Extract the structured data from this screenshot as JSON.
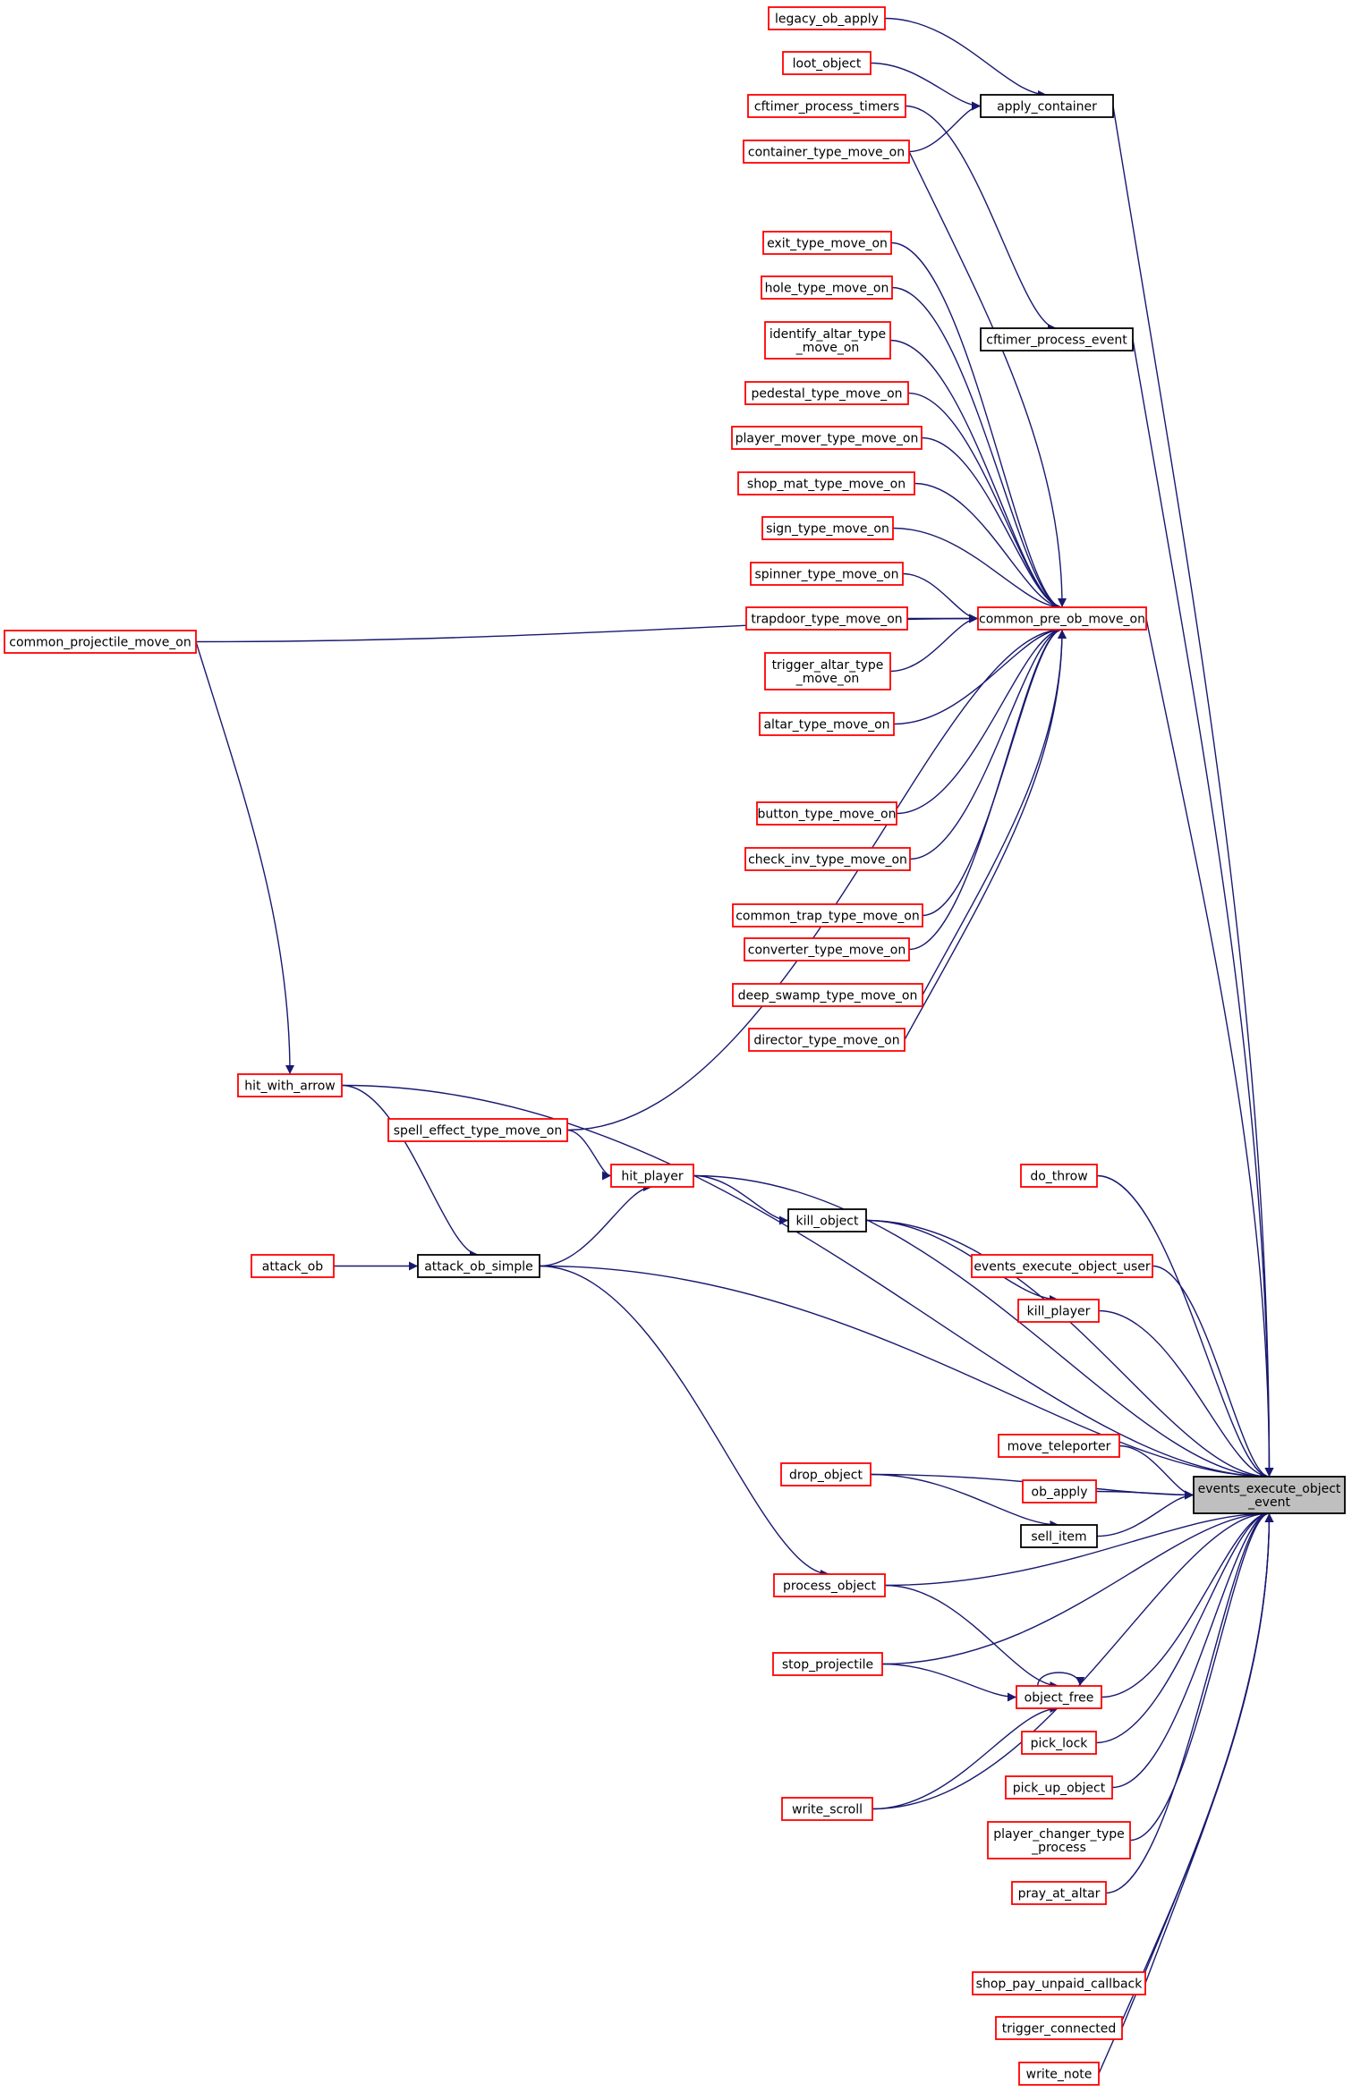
{
  "graph": {
    "colors": {
      "edge": "#191970",
      "red_border": "#ff0000",
      "black_border": "#000000",
      "root_fill": "#bfbfbf"
    },
    "nodes": [
      {
        "id": "legacy_ob_apply",
        "lines": [
          "legacy_ob_apply"
        ],
        "style": "red"
      },
      {
        "id": "loot_object",
        "lines": [
          "loot_object"
        ],
        "style": "red"
      },
      {
        "id": "cftimer_process_timers",
        "lines": [
          "cftimer_process_timers"
        ],
        "style": "red"
      },
      {
        "id": "container_type_move_on",
        "lines": [
          "container_type_move_on"
        ],
        "style": "red"
      },
      {
        "id": "apply_container",
        "lines": [
          "apply_container"
        ],
        "style": "black"
      },
      {
        "id": "exit_type_move_on",
        "lines": [
          "exit_type_move_on"
        ],
        "style": "red"
      },
      {
        "id": "hole_type_move_on",
        "lines": [
          "hole_type_move_on"
        ],
        "style": "red"
      },
      {
        "id": "identify_altar_type_move_on",
        "lines": [
          "identify_altar_type",
          "_move_on"
        ],
        "style": "red"
      },
      {
        "id": "cftimer_process_event",
        "lines": [
          "cftimer_process_event"
        ],
        "style": "black"
      },
      {
        "id": "pedestal_type_move_on",
        "lines": [
          "pedestal_type_move_on"
        ],
        "style": "red"
      },
      {
        "id": "player_mover_type_move_on",
        "lines": [
          "player_mover_type_move_on"
        ],
        "style": "red"
      },
      {
        "id": "shop_mat_type_move_on",
        "lines": [
          "shop_mat_type_move_on"
        ],
        "style": "red"
      },
      {
        "id": "sign_type_move_on",
        "lines": [
          "sign_type_move_on"
        ],
        "style": "red"
      },
      {
        "id": "spinner_type_move_on",
        "lines": [
          "spinner_type_move_on"
        ],
        "style": "red"
      },
      {
        "id": "trapdoor_type_move_on",
        "lines": [
          "trapdoor_type_move_on"
        ],
        "style": "red"
      },
      {
        "id": "common_pre_ob_move_on",
        "lines": [
          "common_pre_ob_move_on"
        ],
        "style": "red"
      },
      {
        "id": "common_projectile_move_on",
        "lines": [
          "common_projectile_move_on"
        ],
        "style": "red"
      },
      {
        "id": "trigger_altar_type_move_on",
        "lines": [
          "trigger_altar_type",
          "_move_on"
        ],
        "style": "red"
      },
      {
        "id": "altar_type_move_on",
        "lines": [
          "altar_type_move_on"
        ],
        "style": "red"
      },
      {
        "id": "button_type_move_on",
        "lines": [
          "button_type_move_on"
        ],
        "style": "red"
      },
      {
        "id": "check_inv_type_move_on",
        "lines": [
          "check_inv_type_move_on"
        ],
        "style": "red"
      },
      {
        "id": "common_trap_type_move_on",
        "lines": [
          "common_trap_type_move_on"
        ],
        "style": "red"
      },
      {
        "id": "converter_type_move_on",
        "lines": [
          "converter_type_move_on"
        ],
        "style": "red"
      },
      {
        "id": "deep_swamp_type_move_on",
        "lines": [
          "deep_swamp_type_move_on"
        ],
        "style": "red"
      },
      {
        "id": "director_type_move_on",
        "lines": [
          "director_type_move_on"
        ],
        "style": "red"
      },
      {
        "id": "hit_with_arrow",
        "lines": [
          "hit_with_arrow"
        ],
        "style": "red"
      },
      {
        "id": "spell_effect_type_move_on",
        "lines": [
          "spell_effect_type_move_on"
        ],
        "style": "red"
      },
      {
        "id": "hit_player",
        "lines": [
          "hit_player"
        ],
        "style": "red"
      },
      {
        "id": "do_throw",
        "lines": [
          "do_throw"
        ],
        "style": "red"
      },
      {
        "id": "kill_object",
        "lines": [
          "kill_object"
        ],
        "style": "black"
      },
      {
        "id": "attack_ob",
        "lines": [
          "attack_ob"
        ],
        "style": "red"
      },
      {
        "id": "attack_ob_simple",
        "lines": [
          "attack_ob_simple"
        ],
        "style": "black"
      },
      {
        "id": "events_execute_object_user",
        "lines": [
          "events_execute_object_user"
        ],
        "style": "red"
      },
      {
        "id": "kill_player",
        "lines": [
          "kill_player"
        ],
        "style": "red"
      },
      {
        "id": "move_teleporter",
        "lines": [
          "move_teleporter"
        ],
        "style": "red"
      },
      {
        "id": "drop_object",
        "lines": [
          "drop_object"
        ],
        "style": "red"
      },
      {
        "id": "events_execute_object_event",
        "lines": [
          "events_execute_object",
          "_event"
        ],
        "style": "root"
      },
      {
        "id": "ob_apply",
        "lines": [
          "ob_apply"
        ],
        "style": "red"
      },
      {
        "id": "sell_item",
        "lines": [
          "sell_item"
        ],
        "style": "black"
      },
      {
        "id": "process_object",
        "lines": [
          "process_object"
        ],
        "style": "red"
      },
      {
        "id": "stop_projectile",
        "lines": [
          "stop_projectile"
        ],
        "style": "red"
      },
      {
        "id": "object_free",
        "lines": [
          "object_free"
        ],
        "style": "red"
      },
      {
        "id": "pick_lock",
        "lines": [
          "pick_lock"
        ],
        "style": "red"
      },
      {
        "id": "pick_up_object",
        "lines": [
          "pick_up_object"
        ],
        "style": "red"
      },
      {
        "id": "write_scroll",
        "lines": [
          "write_scroll"
        ],
        "style": "red"
      },
      {
        "id": "player_changer_type_process",
        "lines": [
          "player_changer_type",
          "_process"
        ],
        "style": "red"
      },
      {
        "id": "pray_at_altar",
        "lines": [
          "pray_at_altar"
        ],
        "style": "red"
      },
      {
        "id": "shop_pay_unpaid_callback",
        "lines": [
          "shop_pay_unpaid_callback"
        ],
        "style": "red"
      },
      {
        "id": "trigger_connected",
        "lines": [
          "trigger_connected"
        ],
        "style": "red"
      },
      {
        "id": "write_note",
        "lines": [
          "write_note"
        ],
        "style": "red"
      }
    ],
    "edges": [
      {
        "from": "legacy_ob_apply",
        "to": "apply_container"
      },
      {
        "from": "loot_object",
        "to": "apply_container"
      },
      {
        "from": "container_type_move_on",
        "to": "apply_container"
      },
      {
        "from": "cftimer_process_timers",
        "to": "cftimer_process_event"
      },
      {
        "from": "container_type_move_on",
        "to": "common_pre_ob_move_on"
      },
      {
        "from": "common_projectile_move_on",
        "to": "common_pre_ob_move_on"
      },
      {
        "from": "exit_type_move_on",
        "to": "common_pre_ob_move_on"
      },
      {
        "from": "hole_type_move_on",
        "to": "common_pre_ob_move_on"
      },
      {
        "from": "identify_altar_type_move_on",
        "to": "common_pre_ob_move_on"
      },
      {
        "from": "pedestal_type_move_on",
        "to": "common_pre_ob_move_on"
      },
      {
        "from": "player_mover_type_move_on",
        "to": "common_pre_ob_move_on"
      },
      {
        "from": "shop_mat_type_move_on",
        "to": "common_pre_ob_move_on"
      },
      {
        "from": "sign_type_move_on",
        "to": "common_pre_ob_move_on"
      },
      {
        "from": "spinner_type_move_on",
        "to": "common_pre_ob_move_on"
      },
      {
        "from": "trapdoor_type_move_on",
        "to": "common_pre_ob_move_on"
      },
      {
        "from": "trigger_altar_type_move_on",
        "to": "common_pre_ob_move_on"
      },
      {
        "from": "altar_type_move_on",
        "to": "common_pre_ob_move_on"
      },
      {
        "from": "spell_effect_type_move_on",
        "to": "common_pre_ob_move_on"
      },
      {
        "from": "button_type_move_on",
        "to": "common_pre_ob_move_on"
      },
      {
        "from": "check_inv_type_move_on",
        "to": "common_pre_ob_move_on"
      },
      {
        "from": "common_trap_type_move_on",
        "to": "common_pre_ob_move_on"
      },
      {
        "from": "converter_type_move_on",
        "to": "common_pre_ob_move_on"
      },
      {
        "from": "deep_swamp_type_move_on",
        "to": "common_pre_ob_move_on"
      },
      {
        "from": "director_type_move_on",
        "to": "common_pre_ob_move_on"
      },
      {
        "from": "common_projectile_move_on",
        "to": "hit_with_arrow"
      },
      {
        "from": "hit_with_arrow",
        "to": "attack_ob_simple"
      },
      {
        "from": "attack_ob_simple",
        "to": "hit_player"
      },
      {
        "from": "spell_effect_type_move_on",
        "to": "hit_player"
      },
      {
        "from": "hit_player",
        "to": "kill_object"
      },
      {
        "from": "kill_object",
        "to": "kill_player"
      },
      {
        "from": "attack_ob",
        "to": "attack_ob_simple"
      },
      {
        "from": "attack_ob_simple",
        "to": "process_object"
      },
      {
        "from": "drop_object",
        "to": "sell_item"
      },
      {
        "from": "process_object",
        "to": "object_free"
      },
      {
        "from": "stop_projectile",
        "to": "object_free"
      },
      {
        "from": "write_scroll",
        "to": "object_free"
      },
      {
        "from": "object_free",
        "to": "object_free"
      },
      {
        "from": "apply_container",
        "to": "events_execute_object_event"
      },
      {
        "from": "cftimer_process_event",
        "to": "events_execute_object_event"
      },
      {
        "from": "common_pre_ob_move_on",
        "to": "events_execute_object_event"
      },
      {
        "from": "hit_with_arrow",
        "to": "events_execute_object_event"
      },
      {
        "from": "hit_player",
        "to": "events_execute_object_event"
      },
      {
        "from": "do_throw",
        "to": "events_execute_object_event"
      },
      {
        "from": "kill_object",
        "to": "events_execute_object_event"
      },
      {
        "from": "events_execute_object_user",
        "to": "events_execute_object_event"
      },
      {
        "from": "attack_ob_simple",
        "to": "events_execute_object_event"
      },
      {
        "from": "kill_player",
        "to": "events_execute_object_event"
      },
      {
        "from": "drop_object",
        "to": "events_execute_object_event"
      },
      {
        "from": "move_teleporter",
        "to": "events_execute_object_event"
      },
      {
        "from": "ob_apply",
        "to": "events_execute_object_event"
      },
      {
        "from": "sell_item",
        "to": "events_execute_object_event"
      },
      {
        "from": "process_object",
        "to": "events_execute_object_event"
      },
      {
        "from": "stop_projectile",
        "to": "events_execute_object_event"
      },
      {
        "from": "object_free",
        "to": "events_execute_object_event"
      },
      {
        "from": "pick_lock",
        "to": "events_execute_object_event"
      },
      {
        "from": "pick_up_object",
        "to": "events_execute_object_event"
      },
      {
        "from": "write_scroll",
        "to": "events_execute_object_event"
      },
      {
        "from": "player_changer_type_process",
        "to": "events_execute_object_event"
      },
      {
        "from": "pray_at_altar",
        "to": "events_execute_object_event"
      },
      {
        "from": "shop_pay_unpaid_callback",
        "to": "events_execute_object_event"
      },
      {
        "from": "trigger_connected",
        "to": "events_execute_object_event"
      },
      {
        "from": "write_note",
        "to": "events_execute_object_event"
      }
    ]
  }
}
